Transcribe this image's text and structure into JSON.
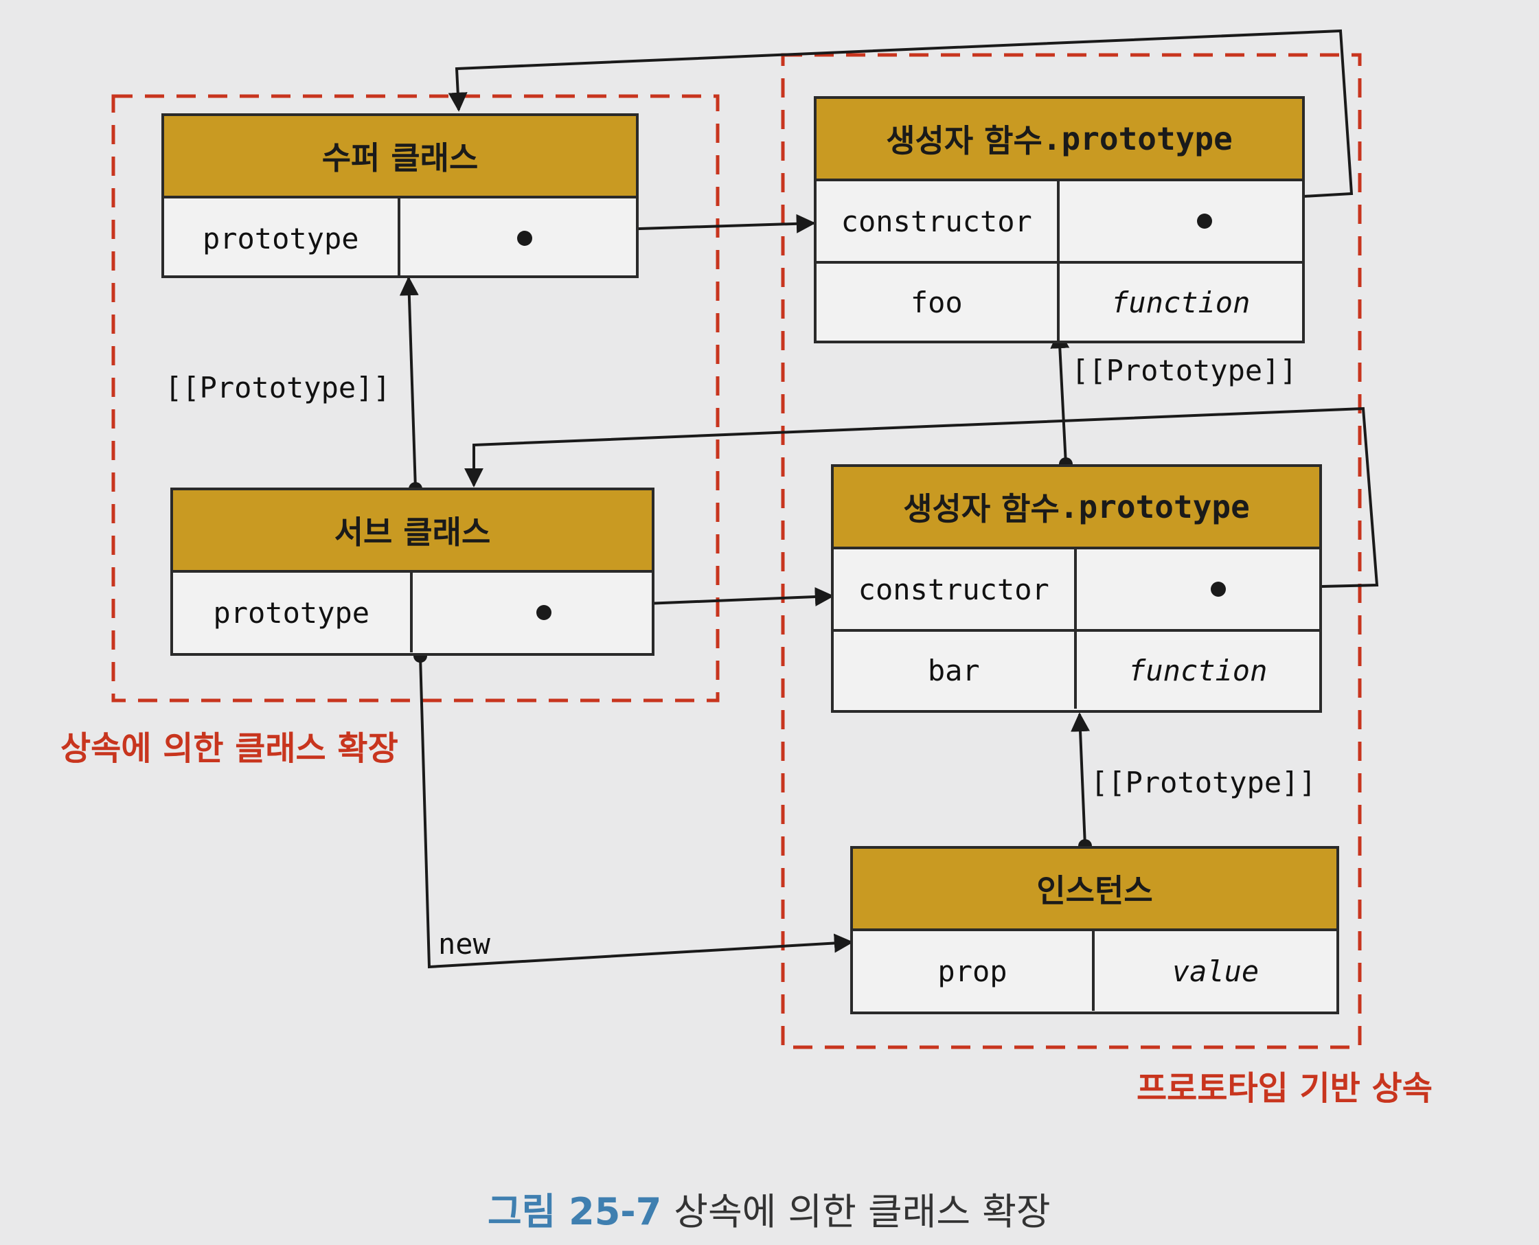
{
  "diagram": {
    "super_class": {
      "title": "수퍼 클래스",
      "rows": [
        {
          "key": "prototype",
          "value": ""
        }
      ]
    },
    "sub_class": {
      "title": "서브 클래스",
      "rows": [
        {
          "key": "prototype",
          "value": ""
        }
      ]
    },
    "proto_top": {
      "title_ko": "생성자 함수",
      "title_code": ".prototype",
      "rows": [
        {
          "key": "constructor",
          "value": ""
        },
        {
          "key": "foo",
          "value": "function"
        }
      ]
    },
    "proto_mid": {
      "title_ko": "생성자 함수",
      "title_code": ".prototype",
      "rows": [
        {
          "key": "constructor",
          "value": ""
        },
        {
          "key": "bar",
          "value": "function"
        }
      ]
    },
    "instance": {
      "title": "인스턴스",
      "rows": [
        {
          "key": "prop",
          "value": "value"
        }
      ]
    },
    "edge_labels": {
      "proto_left": "[[Prototype]]",
      "proto_right_top": "[[Prototype]]",
      "proto_right_bottom": "[[Prototype]]",
      "new": "new"
    },
    "group_labels": {
      "left": "상속에 의한 클래스 확장",
      "right": "프로토타입 기반 상속"
    }
  },
  "caption": {
    "number": "그림 25-7",
    "text": "상속에 의한 클래스 확장"
  },
  "colors": {
    "header": "#c99a22",
    "group_border": "#c8351e",
    "caption_number": "#3f7fb0"
  }
}
